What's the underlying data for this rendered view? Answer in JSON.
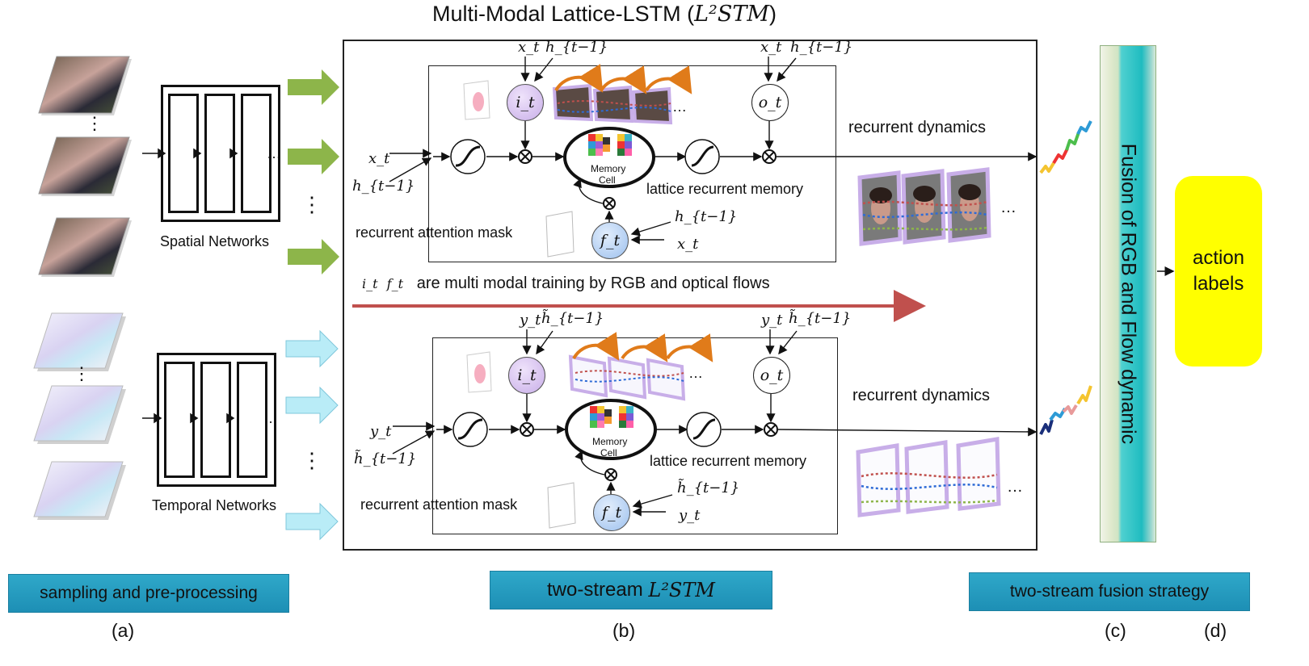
{
  "title_prefix": "Multi-Modal Lattice-LSTM (",
  "title_math": "L²STM",
  "title_suffix": ")",
  "left": {
    "spatial_label": "Spatial Networks",
    "temporal_label": "Temporal Networks",
    "vertical_dots": "⋮",
    "horizontal_dots": "…"
  },
  "top_cell": {
    "input_x": "x_t",
    "input_h": "h_{t−1}",
    "i_label": "i_t",
    "o_label": "o_t",
    "f_label": "f_t",
    "i_in_x": "x_t",
    "i_in_h": "h_{t−1}",
    "o_in_x": "x_t",
    "o_in_h": "h_{t−1}",
    "f_in_h": "h_{t−1}",
    "f_in_x": "x_t",
    "memory_label_1": "Memory",
    "memory_label_2": "Cell",
    "lattice_label": "lattice recurrent memory",
    "attention_label": "recurrent attention mask",
    "dynamics_label": "recurrent dynamics",
    "ellipsis": "…"
  },
  "bottom_cell": {
    "input_y": "y_t",
    "input_h": "h̃_{t−1}",
    "i_label": "i_t",
    "o_label": "o_t",
    "f_label": "f_t",
    "i_in_y": "y_t",
    "i_in_h": "h̃_{t−1}",
    "o_in_y": "y_t",
    "o_in_h": "h̃_{t−1}",
    "f_in_h": "h̃_{t−1}",
    "f_in_y": "y_t",
    "memory_label_1": "Memory",
    "memory_label_2": "Cell",
    "lattice_label": "lattice recurrent memory",
    "attention_label": "recurrent attention mask",
    "dynamics_label": "recurrent dynamics",
    "ellipsis": "…"
  },
  "middle_note": {
    "i": "i_t",
    "f": "f_t",
    "text": "are multi modal training by RGB and optical flows"
  },
  "fusion_label": "Fusion of RGB  and Flow dynamic",
  "action_line1": "action",
  "action_line2": "labels",
  "stages": {
    "a": "sampling and pre-processing",
    "b_prefix": "two-stream ",
    "b_math": "L²STM",
    "c": "two-stream fusion strategy"
  },
  "sublabels": {
    "a": "(a)",
    "b": "(b)",
    "c": "(c)",
    "d": "(d)"
  },
  "colors": {
    "green_arrow": "#8db54a",
    "cyan_arrow": "#b9ecf7",
    "red_arrow": "#c0504d",
    "stage_blue": "#2aa2c6",
    "action_yellow": "#ffff00",
    "gate_purple": "#c8aee8",
    "gate_blue": "#9cc0ee"
  }
}
